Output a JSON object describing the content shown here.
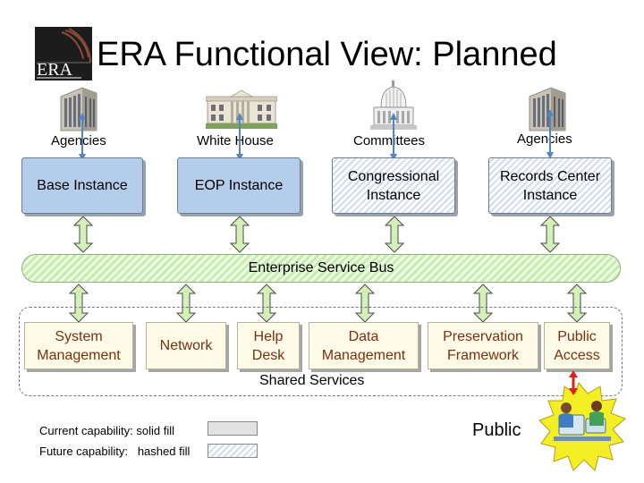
{
  "title": "ERA Functional View: Planned",
  "logo_text": "ERA",
  "stakeholders": [
    {
      "label": "Agencies",
      "icon": "agency-building-icon"
    },
    {
      "label": "White House",
      "icon": "white-house-icon"
    },
    {
      "label": "Committees",
      "icon": "capitol-icon"
    },
    {
      "label": "Agencies",
      "icon": "agency-building-icon"
    }
  ],
  "instances": [
    {
      "label": "Base Instance",
      "fill": "solid"
    },
    {
      "label": "EOP Instance",
      "fill": "solid"
    },
    {
      "label": "Congressional Instance",
      "fill": "hashed"
    },
    {
      "label": "Records Center Instance",
      "fill": "hashed"
    }
  ],
  "bus": {
    "label": "Enterprise Service Bus"
  },
  "services": [
    {
      "label": "System Management"
    },
    {
      "label": "Network"
    },
    {
      "label": "Help Desk"
    },
    {
      "label": "Data Management"
    },
    {
      "label": "Preservation Framework"
    },
    {
      "label": "Public Access"
    }
  ],
  "shared_services_label": "Shared Services",
  "public_label": "Public",
  "legend": {
    "current": "Current capability: solid fill",
    "future": "Future capability:   hashed fill"
  },
  "colors": {
    "instance_solid": "#b4cdea",
    "bus": "#c8ebb2",
    "arrow_blue": "#4f86c6",
    "arrow_green": "#d2f0b8",
    "arrow_red": "#e0201c",
    "starburst": "#f4ee25"
  }
}
